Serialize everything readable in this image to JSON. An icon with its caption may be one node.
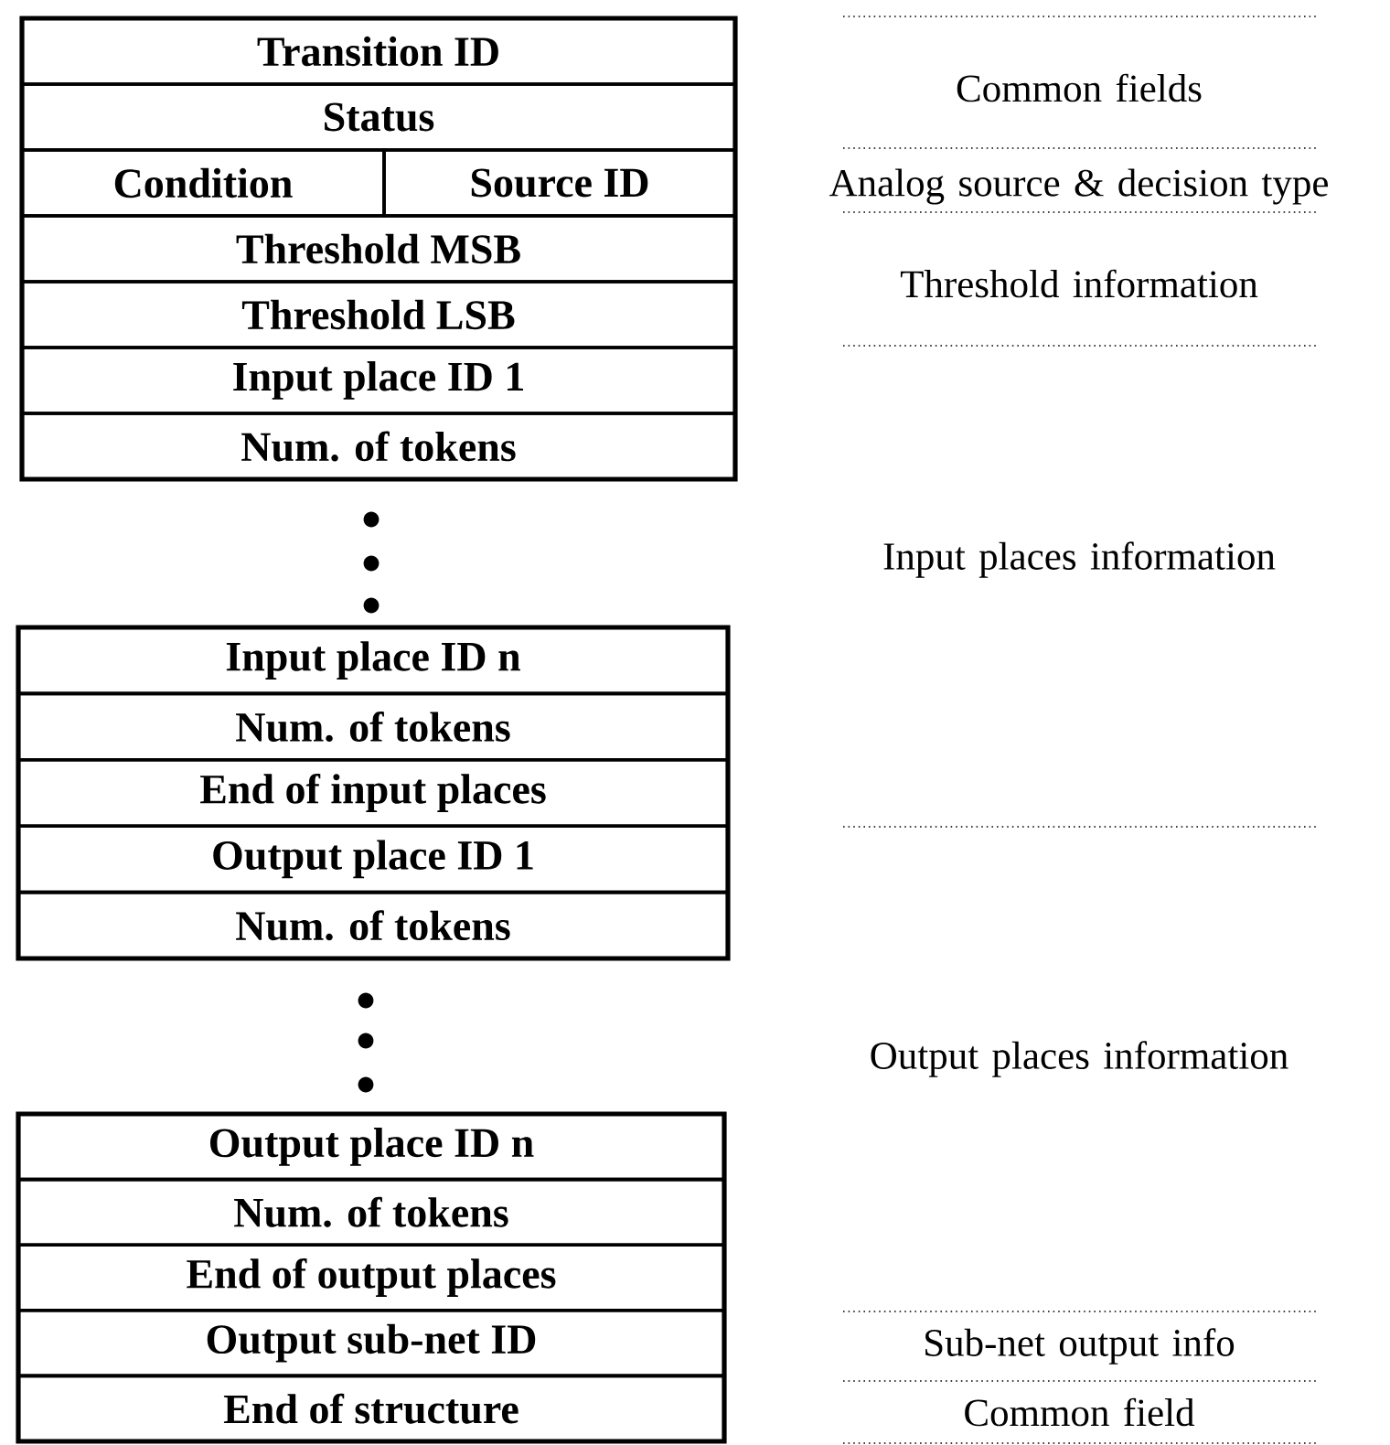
{
  "diagram": {
    "nodes": [
      {
        "text": [
          "Transition ID"
        ]
      },
      {
        "text": [
          "Status"
        ]
      },
      {
        "text": [
          "Condition"
        ]
      },
      {
        "text": [
          "Source ID"
        ]
      },
      {
        "text": [
          "Threshold MSB"
        ]
      },
      {
        "text": [
          "Threshold LSB"
        ]
      },
      {
        "text": [
          "Input place ID 1"
        ]
      },
      {
        "text": [
          "Num. of tokens"
        ]
      },
      {
        "text": [
          "Input place ID n"
        ]
      },
      {
        "text": [
          "Num. of tokens"
        ]
      },
      {
        "text": [
          "End of input places"
        ]
      },
      {
        "text": [
          "Output place ID 1"
        ]
      },
      {
        "text": [
          "Num. of tokens"
        ]
      },
      {
        "text": [
          "Output place ID n"
        ]
      },
      {
        "text": [
          "Num. of tokens"
        ]
      },
      {
        "text": [
          "End of output places"
        ]
      },
      {
        "text": [
          "Output sub-net ID"
        ]
      },
      {
        "text": [
          "End of structure"
        ]
      }
    ],
    "labels": [
      "Common fields",
      "Analog source & decision type",
      "Threshold information",
      "Input places information",
      "Output places information",
      "Sub-net output info",
      "Common field"
    ]
  }
}
